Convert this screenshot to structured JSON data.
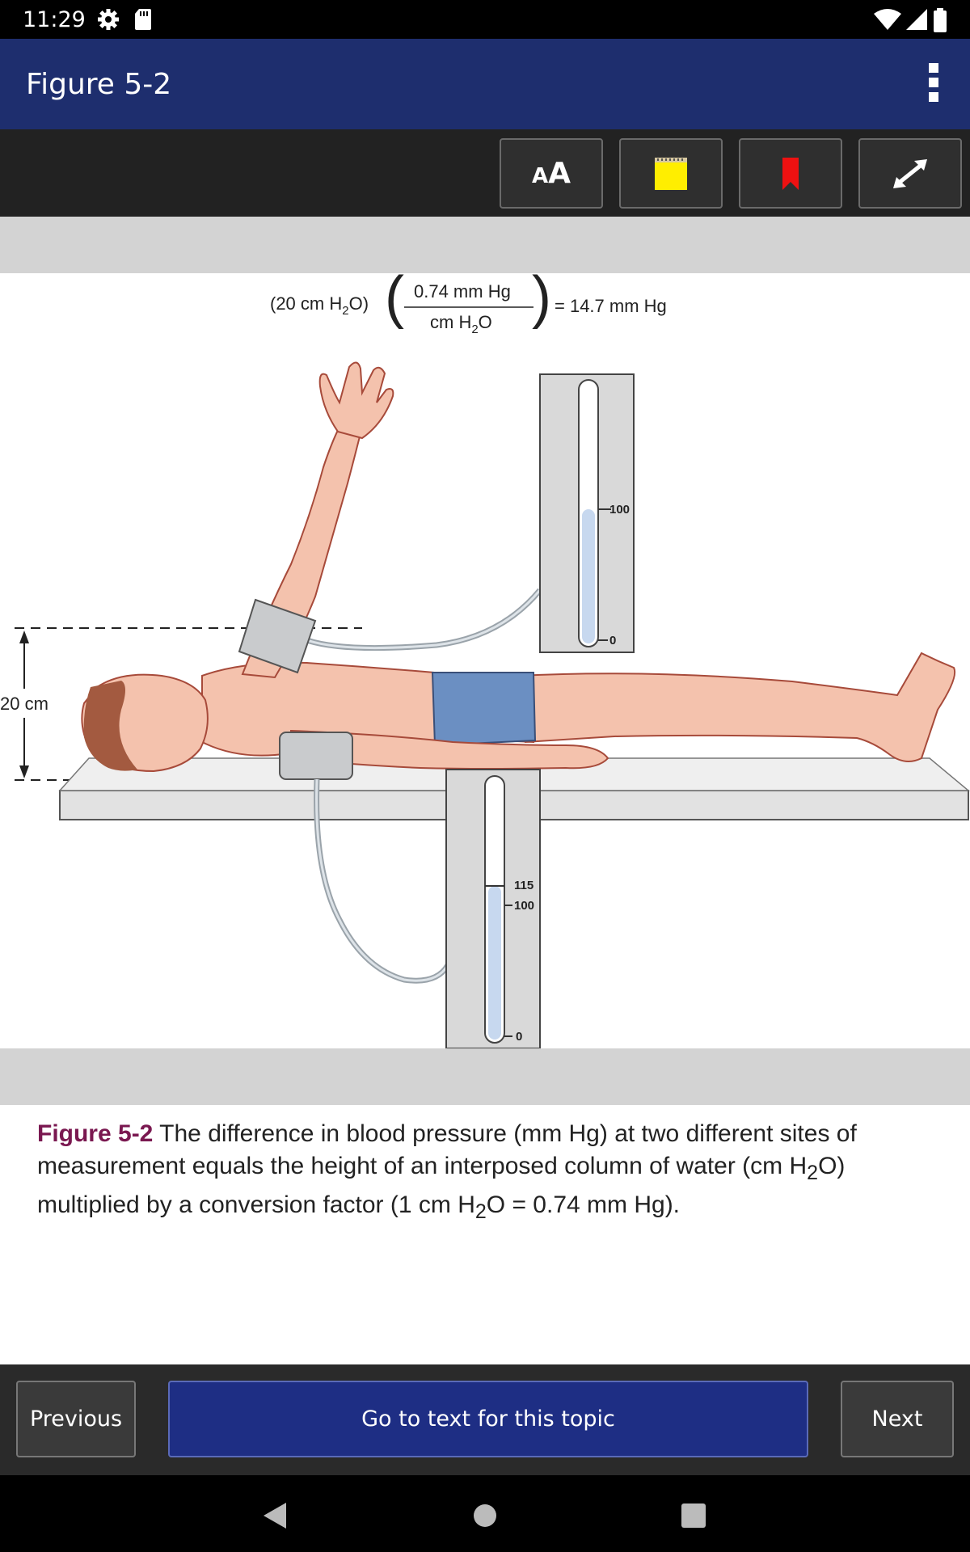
{
  "status_bar": {
    "time": "11:29",
    "icons": [
      "gear-icon",
      "sd-card-icon",
      "wifi-icon",
      "signal-icon",
      "battery-icon"
    ]
  },
  "app_bar": {
    "title": "Figure 5-2",
    "menu_icon": "overflow-menu-icon"
  },
  "toolbar": {
    "font_size_glyph_small": "A",
    "font_size_glyph_big": "A",
    "note_icon": "sticky-note-icon",
    "bookmark_icon": "bookmark-icon",
    "expand_icon": "expand-icon",
    "colors": {
      "note": "#ffee00",
      "bookmark": "#ee1111"
    }
  },
  "figure": {
    "equation": {
      "lhs_prefix": "(20 cm H",
      "lhs_sub": "2",
      "lhs_suffix": "O)",
      "numerator": "0.74 mm Hg",
      "denominator_prefix": "cm H",
      "denominator_sub": "2",
      "denominator_suffix": "O",
      "rhs": "= 14.7 mm Hg"
    },
    "height_label": "20 cm",
    "upper_gauge": {
      "tick_high": "100",
      "tick_low": "0"
    },
    "lower_gauge": {
      "reading": "115",
      "tick_high": "100",
      "tick_low": "0"
    }
  },
  "caption": {
    "label": "Figure 5-2",
    "text_1": " The difference in blood pressure (mm Hg) at two different sites of measurement equals the height of an interposed column of water (cm H",
    "sub_1": "2",
    "text_2": "O) multiplied by a conversion factor (1 cm H",
    "sub_2": "2",
    "text_3": "O = 0.74 mm Hg)."
  },
  "bottom_nav": {
    "previous": "Previous",
    "goto": "Go to text for this topic",
    "next": "Next"
  },
  "system_nav": [
    "back-icon",
    "home-icon",
    "recents-icon"
  ]
}
